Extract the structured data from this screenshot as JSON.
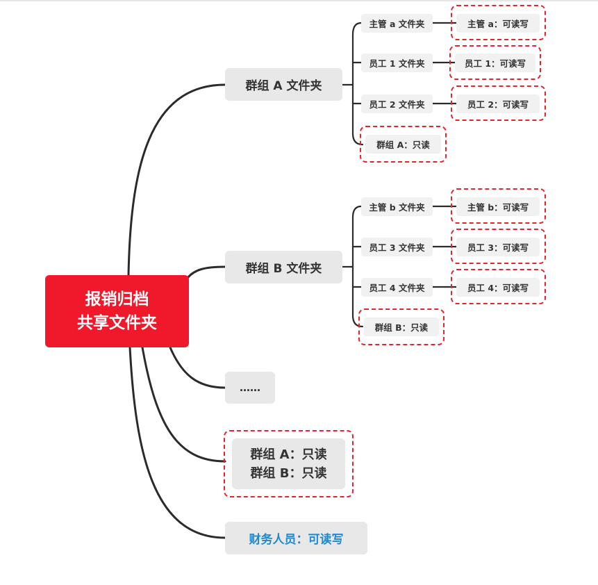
{
  "root": {
    "line1": "报销归档",
    "line2": "共享文件夹"
  },
  "group_a": {
    "label": "群组 A 文件夹",
    "items": [
      {
        "folder": "主管 a 文件夹",
        "perm": "主管 a：可读写"
      },
      {
        "folder": "员工 1 文件夹",
        "perm": "员工 1：可读写"
      },
      {
        "folder": "员工 2 文件夹",
        "perm": "员工 2：可读写"
      }
    ],
    "readonly": "群组 A：只读"
  },
  "group_b": {
    "label": "群组 B 文件夹",
    "items": [
      {
        "folder": "主管 b 文件夹",
        "perm": "主管 b：可读写"
      },
      {
        "folder": "员工 3 文件夹",
        "perm": "员工 3：可读写"
      },
      {
        "folder": "员工 4 文件夹",
        "perm": "员工 4：可读写"
      }
    ],
    "readonly": "群组 B：只读"
  },
  "ellipsis": "……",
  "root_perms": {
    "line1": "群组 A：只读",
    "line2": "群组 B：只读"
  },
  "finance": "财务人员：可读写",
  "colors": {
    "root_fill": "#f0192c",
    "dashed_border": "#e3242b",
    "finance_text": "#1e88d0",
    "node_fill": "#e8e8e8",
    "line": "#2b2b2b"
  }
}
